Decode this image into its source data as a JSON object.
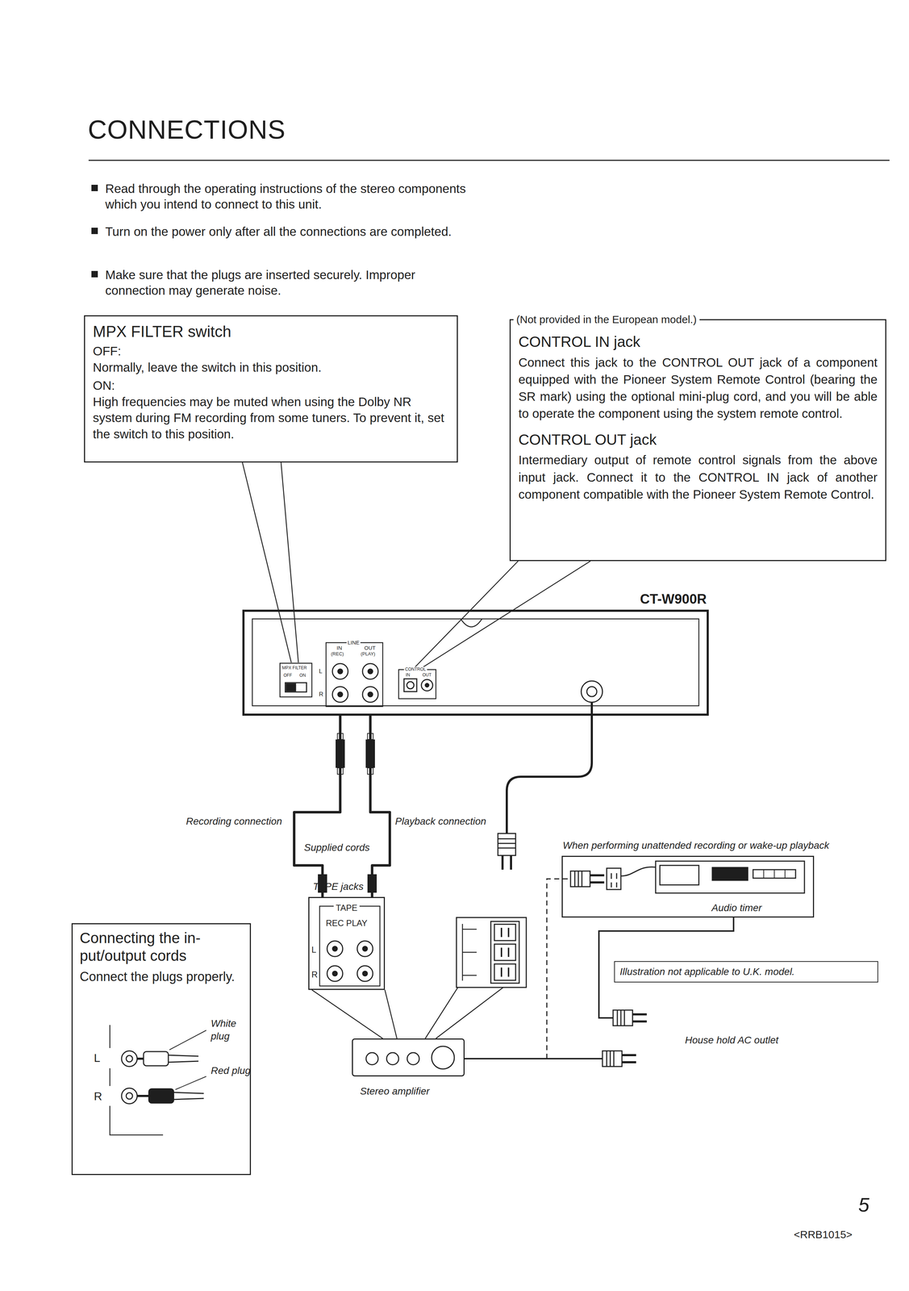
{
  "diagram": {
    "title": "CONNECTIONS",
    "nodes": [
      {
        "text": [
          "MPX FILTER switch",
          "OFF:",
          "Normally, leave the switch in this position.",
          "ON:",
          "High frequencies may be muted when using the Dolby NR system during FM recording from some tuners. To prevent it, set the switch to this position."
        ]
      },
      {
        "text": [
          "(Not provided in the European model.)",
          "CONTROL IN jack",
          "Connect this jack to the CONTROL OUT jack of a component equipped with the Pioneer System Remote Control (bearing the SR mark) using the optional mini-plug cord, and you will be able to operate the component using the system remote control.",
          "CONTROL OUT jack",
          "Intermediary output of remote control signals from the above input jack. Connect it to the CONTROL IN jack of another component compatible with the Pioneer System Remote Control."
        ]
      },
      {
        "text": [
          "CT-W900R"
        ]
      },
      {
        "text": [
          "TAPE jacks",
          "TAPE",
          "REC PLAY",
          "L",
          "R"
        ]
      },
      {
        "text": [
          "Stereo amplifier"
        ]
      },
      {
        "text": [
          "When performing unattended recording or wake-up playback",
          "Audio timer"
        ]
      },
      {
        "text": [
          "Illustration not applicable to U.K. model."
        ]
      },
      {
        "text": [
          "Connecting the in-put/output cords",
          "Connect the plugs properly.",
          "White plug",
          "Red plug",
          "L",
          "R"
        ]
      }
    ],
    "edges": [
      {
        "from": 2,
        "to": 3,
        "label": "Recording connection",
        "arrow": "none"
      },
      {
        "from": 2,
        "to": 3,
        "label": "Playback connection",
        "arrow": "none"
      }
    ],
    "labels": [
      "Read through the operating instructions of the stereo components which you intend to connect to this unit.",
      "Turn on the power only after all the connections are completed.",
      "Make sure that the plugs are inserted securely. Improper connection may generate noise.",
      "LINE",
      "IN",
      "OUT",
      "(REC)",
      "(PLAY)",
      "L",
      "R",
      "MPX FILTER",
      "OFF",
      "ON",
      "CONTROL",
      "IN",
      "OUT",
      "Supplied cords",
      "House hold AC outlet",
      "5",
      "<RRB1015>"
    ]
  }
}
